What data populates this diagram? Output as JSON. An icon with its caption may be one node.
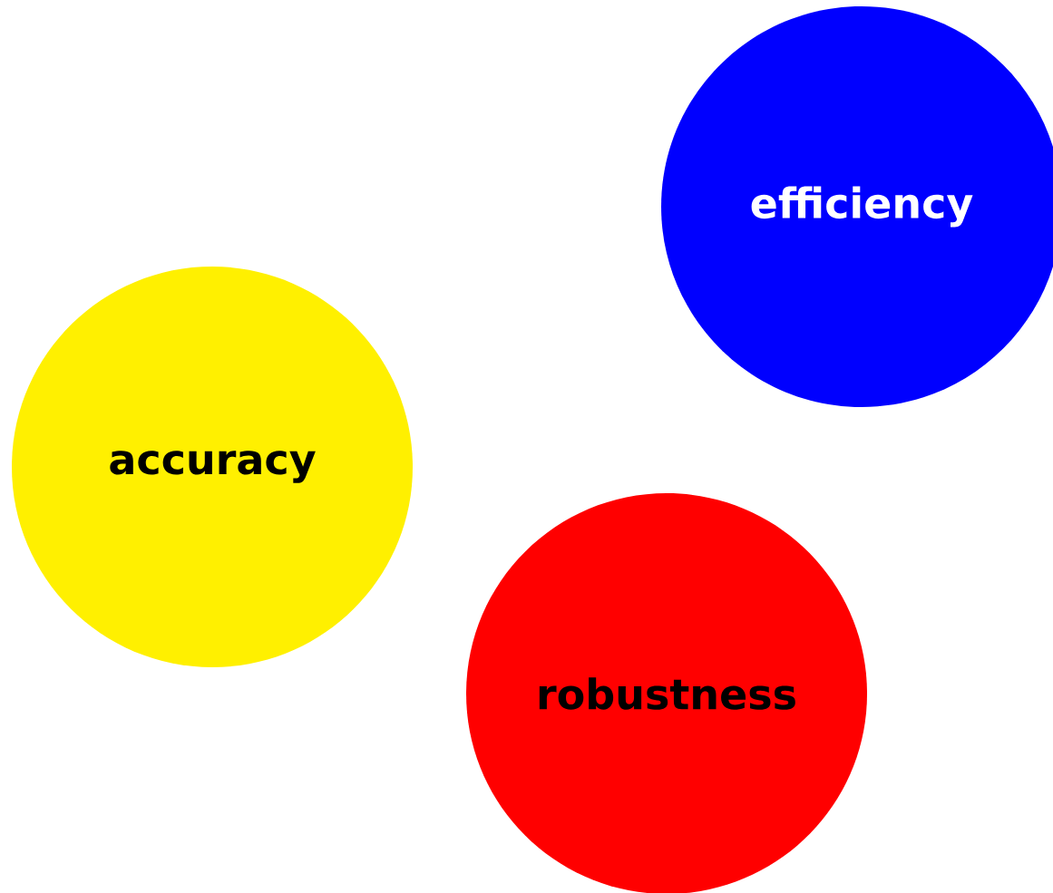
{
  "diagram": {
    "nodes": [
      {
        "text": [
          "efficiency"
        ]
      },
      {
        "text": [
          "accuracy"
        ]
      },
      {
        "text": [
          "robustness"
        ]
      }
    ]
  }
}
